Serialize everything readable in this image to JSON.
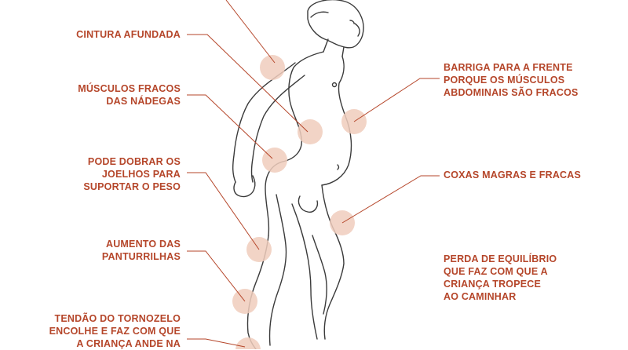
{
  "colors": {
    "label": "#b5462a",
    "leader": "#b5462a",
    "marker": "#f0cdbd",
    "figure": "#3a3a3a",
    "background": "#ffffff"
  },
  "labels": {
    "waist": {
      "lines": [
        "CINTURA AFUNDADA"
      ]
    },
    "glutes": {
      "lines": [
        "MÚSCULOS FRACOS",
        "DAS NÁDEGAS"
      ]
    },
    "knees": {
      "lines": [
        "PODE DOBRAR OS",
        "JOELHOS PARA",
        "SUPORTAR O PESO"
      ]
    },
    "calves": {
      "lines": [
        "AUMENTO DAS",
        "PANTURRILHAS"
      ]
    },
    "ankle": {
      "lines": [
        "TENDÃO DO TORNOZELO",
        "ENCOLHE E FAZ COM QUE",
        "A CRIANÇA ANDE NA"
      ]
    },
    "belly": {
      "lines": [
        "BARRIGA PARA A FRENTE",
        "PORQUE OS MÚSCULOS",
        "ABDOMINAIS SÃO FRACOS"
      ]
    },
    "thighs": {
      "lines": [
        "COXAS MAGRAS E FRACAS"
      ]
    },
    "balance": {
      "lines": [
        "PERDA DE EQUILÍBRIO",
        "QUE FAZ COM QUE A",
        "CRIANÇA TROPECE",
        "AO CAMINHAR"
      ]
    }
  }
}
